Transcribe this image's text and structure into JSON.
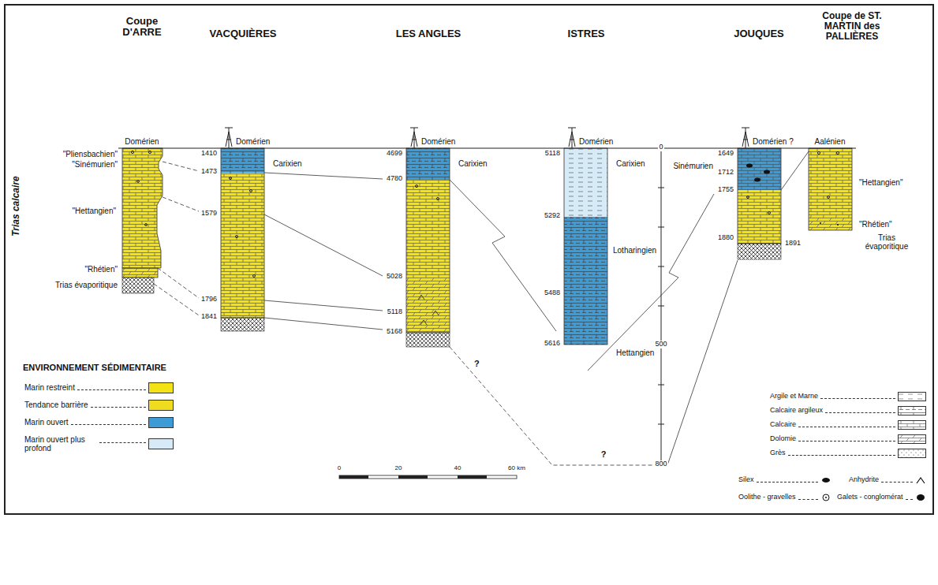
{
  "diagram": {
    "labels": [
      "Trias calcaire",
      "Coupe D'ARRE",
      "Domérien",
      "\"Pliensbachien\"",
      "\"Sinémurien\"",
      "\"Hettangien\"",
      "\"Rhétien\"",
      "Trias évaporitique",
      "VACQUIÈRES",
      "Domérien",
      "1410",
      "Carixien",
      "1473",
      "1579",
      "1796",
      "1841",
      "LES ANGLES",
      "Domérien",
      "4699",
      "Carixien",
      "4780",
      "5028",
      "5118",
      "5168",
      "ISTRES",
      "Domérien",
      "5118",
      "Carixien",
      "5292",
      "Lotharingien",
      "5488",
      "5616",
      "Hettangien",
      "0",
      "500",
      "800",
      "JOUQUES",
      "Domérien ?",
      "Sinémurien",
      "1649",
      "1712",
      "1755",
      "1880",
      "1891",
      "Coupe de ST. MARTIN des PALLIÈRES",
      "Aalénien",
      "\"Hettangien\"",
      "\"Rhétien\"",
      "Trias évaporitique",
      "?",
      "?",
      "ENVIRONNEMENT SÉDIMENTAIRE",
      "0",
      "20",
      "40",
      "60 km"
    ],
    "legend": [
      {
        "text": "Marin restreint",
        "color": "#f3e214"
      },
      {
        "text": "Tendance barrière",
        "color": "#f0dc1e"
      },
      {
        "text": "Marin ouvert",
        "color": "#3d9bd6"
      },
      {
        "text": "Marin ouvert plus profond",
        "color": "#d6ebf7"
      },
      {
        "text": "Argile et Marne"
      },
      {
        "text": "Calcaire argileux"
      },
      {
        "text": "Calcaire"
      },
      {
        "text": "Dolomie"
      },
      {
        "text": "Grès"
      },
      {
        "text": "Silex"
      },
      {
        "text": "Anhydrite"
      },
      {
        "text": "Oolithe - gravelles"
      },
      {
        "text": "Galets - conglomérat"
      }
    ]
  }
}
